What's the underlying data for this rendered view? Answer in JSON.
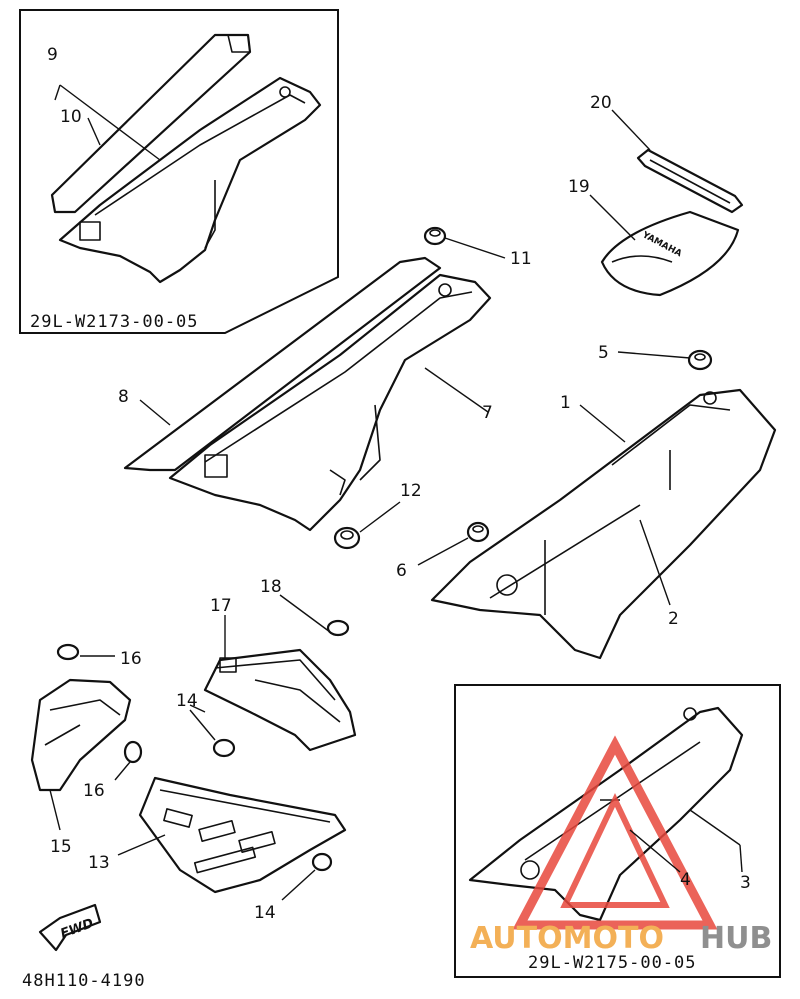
{
  "diagram": {
    "labels": {
      "p1": "1",
      "p2": "2",
      "p3": "3",
      "p4": "4",
      "p5": "5",
      "p6": "6",
      "p7": "7",
      "p8": "8",
      "p9": "9",
      "p10": "10",
      "p11": "11",
      "p12": "12",
      "p13": "13",
      "p14a": "14",
      "p14b": "14",
      "p15": "15",
      "p16a": "16",
      "p16b": "16",
      "p17": "17",
      "p18": "18",
      "p19": "19",
      "p20": "20"
    },
    "inset_top_code": "29L-W2173-00-05",
    "inset_bottom_code": "29L-W2175-00-05",
    "diagram_code": "48H110-4190",
    "fwd_label": "FWD",
    "watermark": {
      "part1": "AUTOMOTO",
      "part2": "HUB",
      "color1": "#f2a33a",
      "color2": "#7c7c7c",
      "logo_color": "#e8483d"
    }
  }
}
